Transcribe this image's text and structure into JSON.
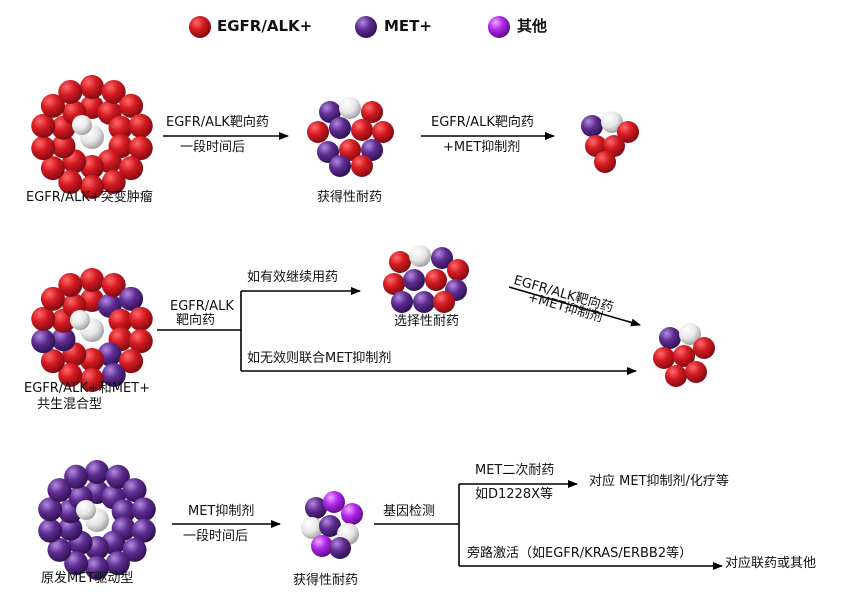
{
  "colors": {
    "red": "#c8141e",
    "purple": "#5a2a8a",
    "violet": "#a020e0",
    "white": "#f2f2f2",
    "line": "#000000"
  },
  "legend": [
    {
      "label": "EGFR/ALK+",
      "color": "red"
    },
    {
      "label": "MET+",
      "color": "purple"
    },
    {
      "label": "其他",
      "color": "violet"
    }
  ],
  "row1": {
    "tumor_label": "EGFR/ALK+突变肿瘤",
    "arrow1_top": "EGFR/ALK靶向药",
    "arrow1_bottom": "一段时间后",
    "resistant_label": "获得性耐药",
    "arrow2_top": "EGFR/ALK靶向药",
    "arrow2_bottom": "+MET抑制剂"
  },
  "row2": {
    "tumor_label_line1": "EGFR/ALK+和MET+",
    "tumor_label_line2": "共生混合型",
    "drug_line1": "EGFR/ALK",
    "drug_line2": "靶向药",
    "branch_top": "如有效继续用药",
    "selective_label": "选择性耐药",
    "diag_line1": "EGFR/ALK靶向药",
    "diag_line2": "+MET抑制剂",
    "branch_bottom": "如无效则联合MET抑制剂"
  },
  "row3": {
    "tumor_label": "原发MET驱动型",
    "arrow1_top": "MET抑制剂",
    "arrow1_bottom": "一段时间后",
    "resistant_label": "获得性耐药",
    "test_label": "基因检测",
    "branch_top_line1": "MET二次耐药",
    "branch_top_line2": "如D1228X等",
    "branch_top_result": "对应 MET抑制剂/化疗等",
    "branch_bottom_label": "旁路激活（如EGFR/KRAS/ERBB2等）",
    "branch_bottom_result": "对应联药或其他"
  }
}
